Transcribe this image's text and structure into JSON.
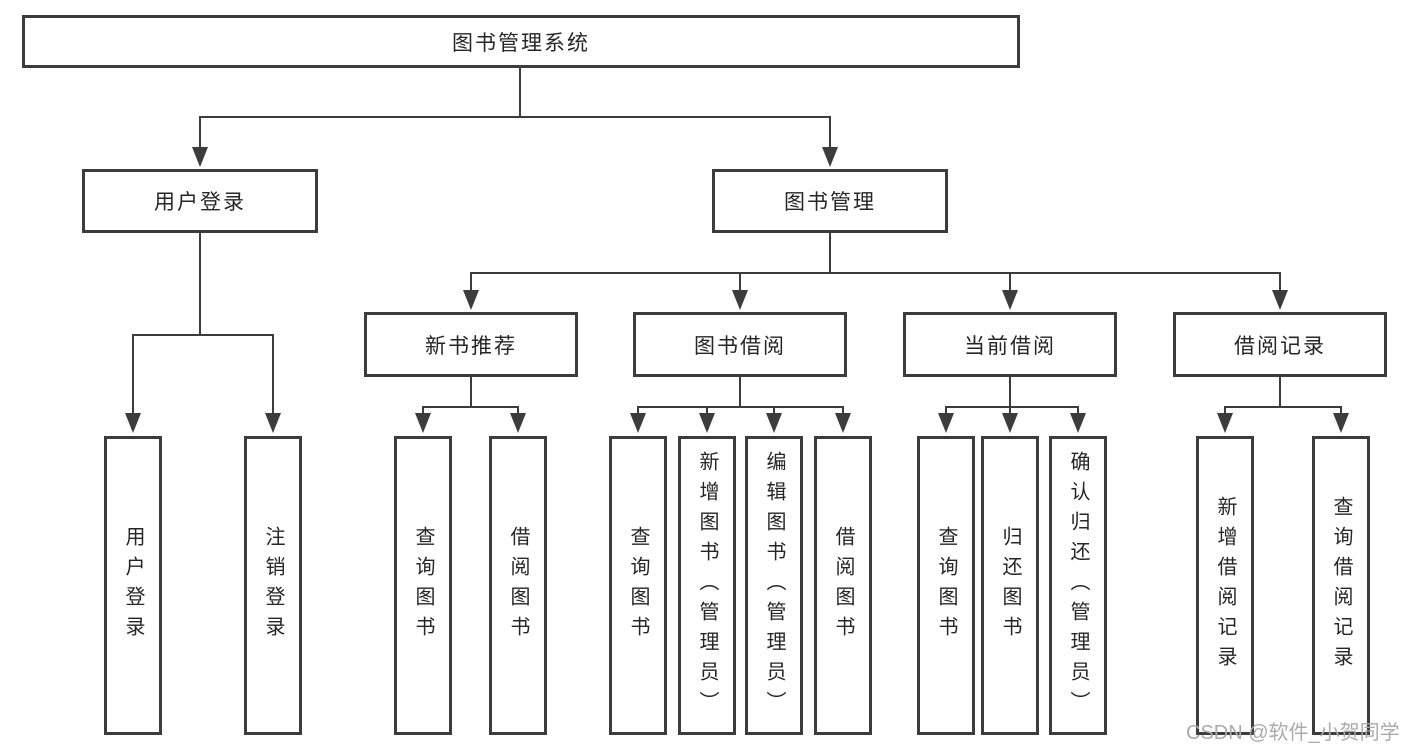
{
  "diagram": {
    "type": "hierarchy-tree",
    "tree": {
      "label": "图书管理系统",
      "children": [
        {
          "label": "用户登录",
          "children": [
            {
              "label": "用户登录"
            },
            {
              "label": "注销登录"
            }
          ]
        },
        {
          "label": "图书管理",
          "children": [
            {
              "label": "新书推荐",
              "children": [
                {
                  "label": "查询图书"
                },
                {
                  "label": "借阅图书"
                }
              ]
            },
            {
              "label": "图书借阅",
              "children": [
                {
                  "label": "查询图书"
                },
                {
                  "label": "新增图书（管理员）"
                },
                {
                  "label": "编辑图书（管理员）"
                },
                {
                  "label": "借阅图书"
                }
              ]
            },
            {
              "label": "当前借阅",
              "children": [
                {
                  "label": "查询图书"
                },
                {
                  "label": "归还图书"
                },
                {
                  "label": "确认归还（管理员）"
                }
              ]
            },
            {
              "label": "借阅记录",
              "children": [
                {
                  "label": "新增借阅记录"
                },
                {
                  "label": "查询借阅记录"
                }
              ]
            }
          ]
        }
      ]
    },
    "line_color": "#3c3c3c",
    "text_color": "#262626",
    "background_color": "#ffffff"
  },
  "watermark": {
    "text": "CSDN @软件_小贺同学",
    "color": "#ababab"
  }
}
